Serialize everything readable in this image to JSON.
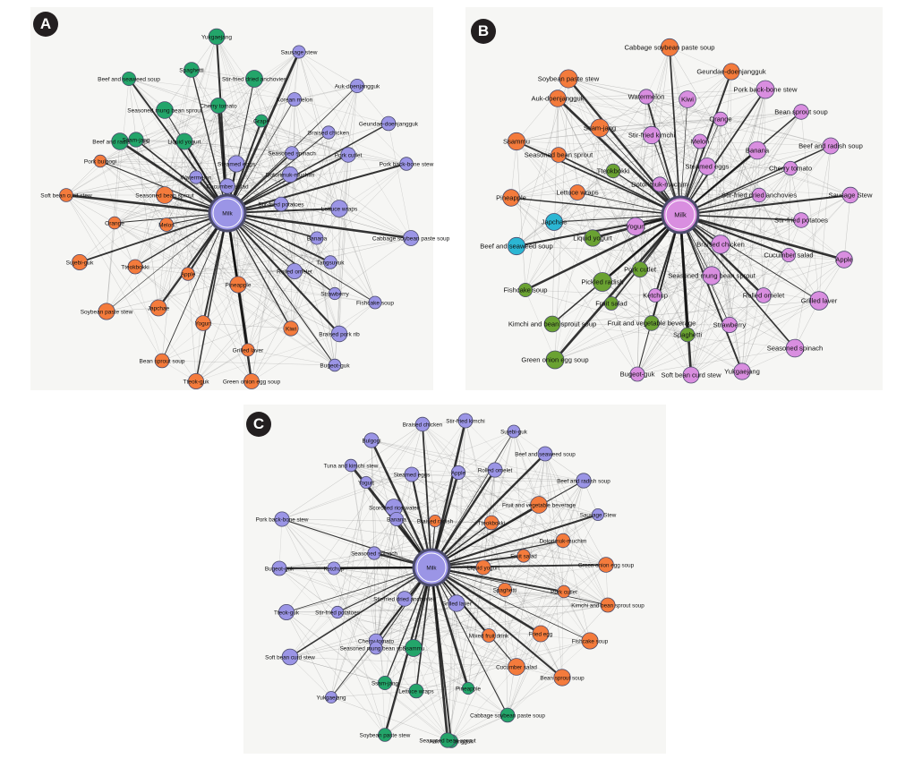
{
  "panels": [
    {
      "letter": "A",
      "colors": {
        "green": "#23a56a",
        "purple": "#9b95e6",
        "orange": "#f47b3c"
      },
      "nodes": [
        {
          "label": "Milk",
          "group": "purple",
          "hub": true
        },
        {
          "label": "Yukgaejang",
          "group": "green"
        },
        {
          "label": "Spaghetti",
          "group": "green"
        },
        {
          "label": "Beef and seaweed soup",
          "group": "green"
        },
        {
          "label": "Stir-fried dried anchovies",
          "group": "green"
        },
        {
          "label": "Seasoned mung bean sprout",
          "group": "green"
        },
        {
          "label": "Cherry tomato",
          "group": "green"
        },
        {
          "label": "Grape",
          "group": "green"
        },
        {
          "label": "Beef and radish soup",
          "group": "green"
        },
        {
          "label": "Ssam-jang",
          "group": "green"
        },
        {
          "label": "Liquid yogurt",
          "group": "green"
        },
        {
          "label": "Sausage stew",
          "group": "purple"
        },
        {
          "label": "Auk-doenjangguk",
          "group": "purple"
        },
        {
          "label": "Korean melon",
          "group": "purple"
        },
        {
          "label": "Geundae-doenjangguk",
          "group": "purple"
        },
        {
          "label": "Braised chicken",
          "group": "purple"
        },
        {
          "label": "Seasoned spinach",
          "group": "purple"
        },
        {
          "label": "Pork cutlet",
          "group": "purple"
        },
        {
          "label": "Pork back-bone stew",
          "group": "purple"
        },
        {
          "label": "Dotorimuk-muchim",
          "group": "purple"
        },
        {
          "label": "Steamed eggs",
          "group": "purple"
        },
        {
          "label": "Watermelon",
          "group": "purple"
        },
        {
          "label": "Stir-fried potatoes",
          "group": "purple"
        },
        {
          "label": "Lettuce wraps",
          "group": "purple"
        },
        {
          "label": "Cucumber salad",
          "group": "purple"
        },
        {
          "label": "Banana",
          "group": "purple"
        },
        {
          "label": "Cabbage soybean paste soup",
          "group": "purple"
        },
        {
          "label": "Tangsuyuk",
          "group": "purple"
        },
        {
          "label": "Rolled omelet",
          "group": "purple"
        },
        {
          "label": "Strawberry",
          "group": "purple"
        },
        {
          "label": "Fishcake soup",
          "group": "purple"
        },
        {
          "label": "Braised pork rib",
          "group": "purple"
        },
        {
          "label": "Bugeot-guk",
          "group": "purple"
        },
        {
          "label": "Pork bulgogi",
          "group": "orange"
        },
        {
          "label": "Seasoned bean sprout",
          "group": "orange"
        },
        {
          "label": "Soft bean curd stew",
          "group": "orange"
        },
        {
          "label": "Orange",
          "group": "orange"
        },
        {
          "label": "Melon",
          "group": "orange"
        },
        {
          "label": "Sujebi-guk",
          "group": "orange"
        },
        {
          "label": "Tteokbokki",
          "group": "orange"
        },
        {
          "label": "Apple",
          "group": "orange"
        },
        {
          "label": "Pineapple",
          "group": "orange"
        },
        {
          "label": "Japchae",
          "group": "orange"
        },
        {
          "label": "Soybean paste stew",
          "group": "orange"
        },
        {
          "label": "Yogurt",
          "group": "orange"
        },
        {
          "label": "Kiwi",
          "group": "orange"
        },
        {
          "label": "Grilled laver",
          "group": "orange"
        },
        {
          "label": "Bean sprout soup",
          "group": "orange"
        },
        {
          "label": "Tteok-guk",
          "group": "orange"
        },
        {
          "label": "Green onion egg soup",
          "group": "orange"
        }
      ]
    },
    {
      "letter": "B",
      "colors": {
        "orange": "#f47b3c",
        "pink": "#d98ee0",
        "olive": "#6aa232",
        "cyan": "#2bb6d3"
      },
      "nodes": [
        {
          "label": "Milk",
          "group": "pink",
          "hub": true
        },
        {
          "label": "Cabbage soybean paste soup",
          "group": "orange"
        },
        {
          "label": "Geundae-doenjangguk",
          "group": "orange"
        },
        {
          "label": "Soybean paste stew",
          "group": "orange"
        },
        {
          "label": "Auk-doenjangguk",
          "group": "orange"
        },
        {
          "label": "Ssam-jang",
          "group": "orange"
        },
        {
          "label": "Ssammu",
          "group": "orange"
        },
        {
          "label": "Seasoned bean sprout",
          "group": "orange"
        },
        {
          "label": "Pineapple",
          "group": "orange"
        },
        {
          "label": "Lettuce wraps",
          "group": "orange"
        },
        {
          "label": "Watermelon",
          "group": "pink"
        },
        {
          "label": "Kiwi",
          "group": "pink"
        },
        {
          "label": "Pork back-bone stew",
          "group": "pink"
        },
        {
          "label": "Orange",
          "group": "pink"
        },
        {
          "label": "Bean sprout soup",
          "group": "pink"
        },
        {
          "label": "Stir-fried kimchi",
          "group": "pink"
        },
        {
          "label": "Melon",
          "group": "pink"
        },
        {
          "label": "Banana",
          "group": "pink"
        },
        {
          "label": "Beef and radish soup",
          "group": "pink"
        },
        {
          "label": "Steamed eggs",
          "group": "pink"
        },
        {
          "label": "Cherry tomato",
          "group": "pink"
        },
        {
          "label": "Dotorimuk-muchim",
          "group": "pink"
        },
        {
          "label": "Sausage Stew",
          "group": "pink"
        },
        {
          "label": "Stir-fried dried anchovies",
          "group": "pink"
        },
        {
          "label": "Stir-fried potatoes",
          "group": "pink"
        },
        {
          "label": "Yogurt",
          "group": "pink"
        },
        {
          "label": "Braised chicken",
          "group": "pink"
        },
        {
          "label": "Cucumber salad",
          "group": "pink"
        },
        {
          "label": "Apple",
          "group": "pink"
        },
        {
          "label": "Seasoned mung bean sprout",
          "group": "pink"
        },
        {
          "label": "Ketchup",
          "group": "pink"
        },
        {
          "label": "Rolled omelet",
          "group": "pink"
        },
        {
          "label": "Grilled laver",
          "group": "pink"
        },
        {
          "label": "Strawberry",
          "group": "pink"
        },
        {
          "label": "Seasoned spinach",
          "group": "pink"
        },
        {
          "label": "Bugeot-guk",
          "group": "pink"
        },
        {
          "label": "Soft bean curd stew",
          "group": "pink"
        },
        {
          "label": "Yukgaejang",
          "group": "pink"
        },
        {
          "label": "Tteokbokki",
          "group": "olive"
        },
        {
          "label": "Liquid yogurt",
          "group": "olive"
        },
        {
          "label": "Pork cutlet",
          "group": "olive"
        },
        {
          "label": "Pickled radish",
          "group": "olive"
        },
        {
          "label": "Fishcake soup",
          "group": "olive"
        },
        {
          "label": "Fruit salad",
          "group": "olive"
        },
        {
          "label": "Kimchi and bean sprout soup",
          "group": "olive"
        },
        {
          "label": "Fruit and vegetable beverage",
          "group": "olive"
        },
        {
          "label": "Spaghetti",
          "group": "olive"
        },
        {
          "label": "Green onion egg soup",
          "group": "olive"
        },
        {
          "label": "Japchae",
          "group": "cyan"
        },
        {
          "label": "Beef and seaweed soup",
          "group": "cyan"
        }
      ]
    },
    {
      "letter": "C",
      "colors": {
        "purple": "#9b95e6",
        "orange": "#f47b3c",
        "green": "#23a56a"
      },
      "nodes": [
        {
          "label": "Milk",
          "group": "purple",
          "hub": true
        },
        {
          "label": "Braised chicken",
          "group": "purple"
        },
        {
          "label": "Stir-fried kimchi",
          "group": "purple"
        },
        {
          "label": "Sujebi-guk",
          "group": "purple"
        },
        {
          "label": "Bulgogi",
          "group": "purple"
        },
        {
          "label": "Beef and seaweed soup",
          "group": "purple"
        },
        {
          "label": "Tuna and kimchi stew",
          "group": "purple"
        },
        {
          "label": "Steamed eggs",
          "group": "purple"
        },
        {
          "label": "Apple",
          "group": "purple"
        },
        {
          "label": "Rolled omelet",
          "group": "purple"
        },
        {
          "label": "Yogurt",
          "group": "purple"
        },
        {
          "label": "Beef and radish soup",
          "group": "purple"
        },
        {
          "label": "Sausage Stew",
          "group": "purple"
        },
        {
          "label": "Scorched rice water",
          "group": "purple"
        },
        {
          "label": "Banana",
          "group": "purple"
        },
        {
          "label": "Pork back-bone stew",
          "group": "purple"
        },
        {
          "label": "Seasoned spinach",
          "group": "purple"
        },
        {
          "label": "Bugeot-guk",
          "group": "purple"
        },
        {
          "label": "Ketchup",
          "group": "purple"
        },
        {
          "label": "Stir-fried dried anchovies",
          "group": "purple"
        },
        {
          "label": "Grilled laver",
          "group": "purple"
        },
        {
          "label": "Tteok-guk",
          "group": "purple"
        },
        {
          "label": "Stir-fried potatoes",
          "group": "purple"
        },
        {
          "label": "Cherry tomato",
          "group": "purple"
        },
        {
          "label": "Seasoned mung bean sprout",
          "group": "purple"
        },
        {
          "label": "Soft bean curd stew",
          "group": "purple"
        },
        {
          "label": "Yukgaejang",
          "group": "purple"
        },
        {
          "label": "Braised radish",
          "group": "orange"
        },
        {
          "label": "Tteokbokki",
          "group": "orange"
        },
        {
          "label": "Fruit and vegetable beverage",
          "group": "orange"
        },
        {
          "label": "Dotorimuk-muchim",
          "group": "orange"
        },
        {
          "label": "Liquid yogurt",
          "group": "orange"
        },
        {
          "label": "Fruit salad",
          "group": "orange"
        },
        {
          "label": "Green onion egg soup",
          "group": "orange"
        },
        {
          "label": "Spaghetti",
          "group": "orange"
        },
        {
          "label": "Pork cutlet",
          "group": "orange"
        },
        {
          "label": "Kimchi and bean sprout soup",
          "group": "orange"
        },
        {
          "label": "Mixed fruit drink",
          "group": "orange"
        },
        {
          "label": "Fried egg",
          "group": "orange"
        },
        {
          "label": "Fishcake soup",
          "group": "orange"
        },
        {
          "label": "Cucumber salad",
          "group": "orange"
        },
        {
          "label": "Bean sprout soup",
          "group": "orange"
        },
        {
          "label": "Ssammu",
          "group": "green"
        },
        {
          "label": "Ssam-jang",
          "group": "green"
        },
        {
          "label": "Lettuce wraps",
          "group": "green"
        },
        {
          "label": "Pineapple",
          "group": "green"
        },
        {
          "label": "Cabbage soybean paste soup",
          "group": "green"
        },
        {
          "label": "Soybean paste stew",
          "group": "green"
        },
        {
          "label": "Auk-doenjangguk",
          "group": "green"
        },
        {
          "label": "Seasoned bean sprout",
          "group": "green"
        }
      ]
    }
  ]
}
